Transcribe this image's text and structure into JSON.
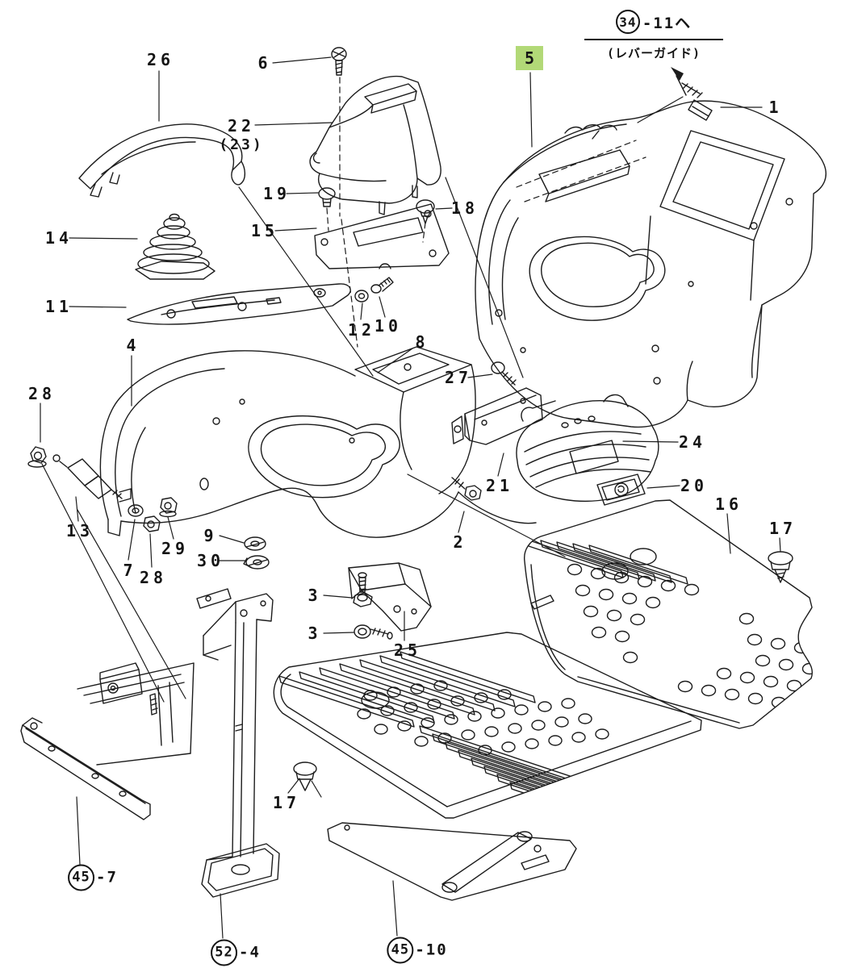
{
  "colors": {
    "line": "#1c1c1c",
    "label": "#141414",
    "highlight": "#b2d977",
    "paper": "#ffffff"
  },
  "ref_note": {
    "circle": "34",
    "suffix": "-11ヘ",
    "caption": "(レバーガイド)"
  },
  "labels": {
    "l26": {
      "text": "26"
    },
    "l6": {
      "text": "6"
    },
    "l22": {
      "text": "22"
    },
    "l23": {
      "text": "(23)"
    },
    "l19": {
      "text": "19"
    },
    "l18": {
      "text": "18"
    },
    "l15": {
      "text": "15"
    },
    "l14": {
      "text": "14"
    },
    "l11": {
      "text": "11"
    },
    "l12": {
      "text": "12"
    },
    "l10": {
      "text": "10"
    },
    "l4": {
      "text": "4"
    },
    "l8": {
      "text": "8"
    },
    "l27": {
      "text": "27"
    },
    "l28a": {
      "text": "28"
    },
    "l13": {
      "text": "13"
    },
    "l7": {
      "text": "7"
    },
    "l28b": {
      "text": "28"
    },
    "l29": {
      "text": "29"
    },
    "l9": {
      "text": "9"
    },
    "l30": {
      "text": "30"
    },
    "l2": {
      "text": "2"
    },
    "l21": {
      "text": "21"
    },
    "l24": {
      "text": "24"
    },
    "l20": {
      "text": "20"
    },
    "l16": {
      "text": "16"
    },
    "l17a": {
      "text": "17"
    },
    "l17b": {
      "text": "17"
    },
    "l3a": {
      "text": "3"
    },
    "l3b": {
      "text": "3"
    },
    "l25": {
      "text": "25"
    },
    "l1": {
      "text": "1"
    },
    "l5": {
      "text": "5"
    },
    "c45_7": {
      "circle": "45",
      "suffix": "-7"
    },
    "c52_4": {
      "circle": "52",
      "suffix": "-4"
    },
    "c45_10": {
      "circle": "45",
      "suffix": "-10"
    }
  }
}
